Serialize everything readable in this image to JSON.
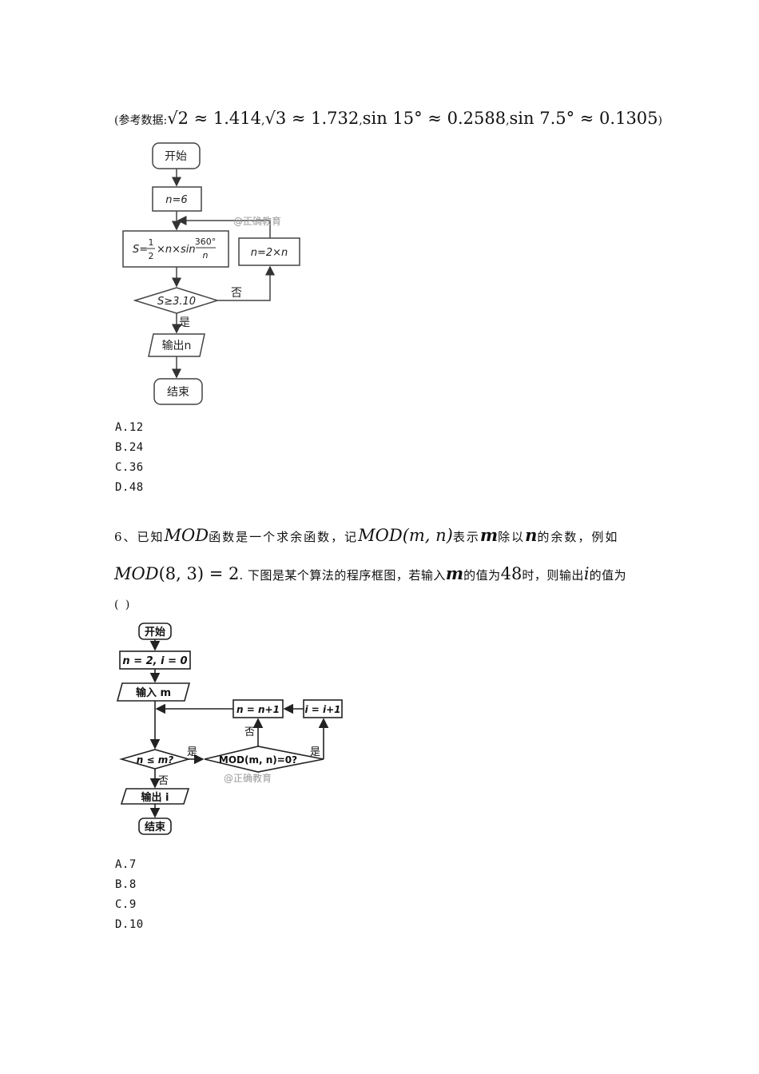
{
  "ref_line": {
    "open": "(参考数据:",
    "sqrt2": "√2 ≈ 1.414",
    "sqrt3": "√3 ≈ 1.732",
    "sin15": "sin 15° ≈ 0.2588",
    "sin75": "sin 7.5° ≈ 0.1305",
    "comma": ",",
    "close": ")"
  },
  "flow1": {
    "start": "开始",
    "init": "n=6",
    "s_prefix": "S=",
    "half_num": "1",
    "half_den": "2",
    "s_mid": "×n×sin",
    "deg_num": "360°",
    "deg_den": "n",
    "update": "n=2×n",
    "cond": "S≥3.10",
    "no": "否",
    "yes": "是",
    "output": "输出n",
    "end": "结束",
    "watermark": "@正确教育"
  },
  "q5_options": [
    "A.12",
    "B.24",
    "C.36",
    "D.48"
  ],
  "q6": {
    "num": "6、已知",
    "mod": "MOD",
    "t1": "函数是一个求余函数，记",
    "modmn": "MOD",
    "modmn_args": "(m, n)",
    "t2": "表示",
    "m": "m",
    "t3": "除以",
    "n": "n",
    "t4": "的余数，例如",
    "ex_mod": "MOD",
    "ex_args": "(8, 3) = 2",
    "t5": ". 下图是某个算法的程序框图，若输入",
    "m2": "m",
    "t6": "的值为",
    "v48": "48",
    "t7": "时，则输出",
    "i": "i",
    "t8": "的值为",
    "paren": "(        )"
  },
  "flow2": {
    "start": "开始",
    "init": "n = 2,  i = 0",
    "input": "输入 m",
    "n_inc": "n = n+1",
    "i_inc": "i = i+1",
    "cond1": "n ≤ m?",
    "cond2": "MOD(m, n)=0?",
    "yes1": "是",
    "yes2": "是",
    "no1": "否",
    "no2": "否",
    "output": "输出 i",
    "end": "结束",
    "watermark": "@正确教育"
  },
  "q6_options": [
    "A.7",
    "B.8",
    "C.9",
    "D.10"
  ]
}
